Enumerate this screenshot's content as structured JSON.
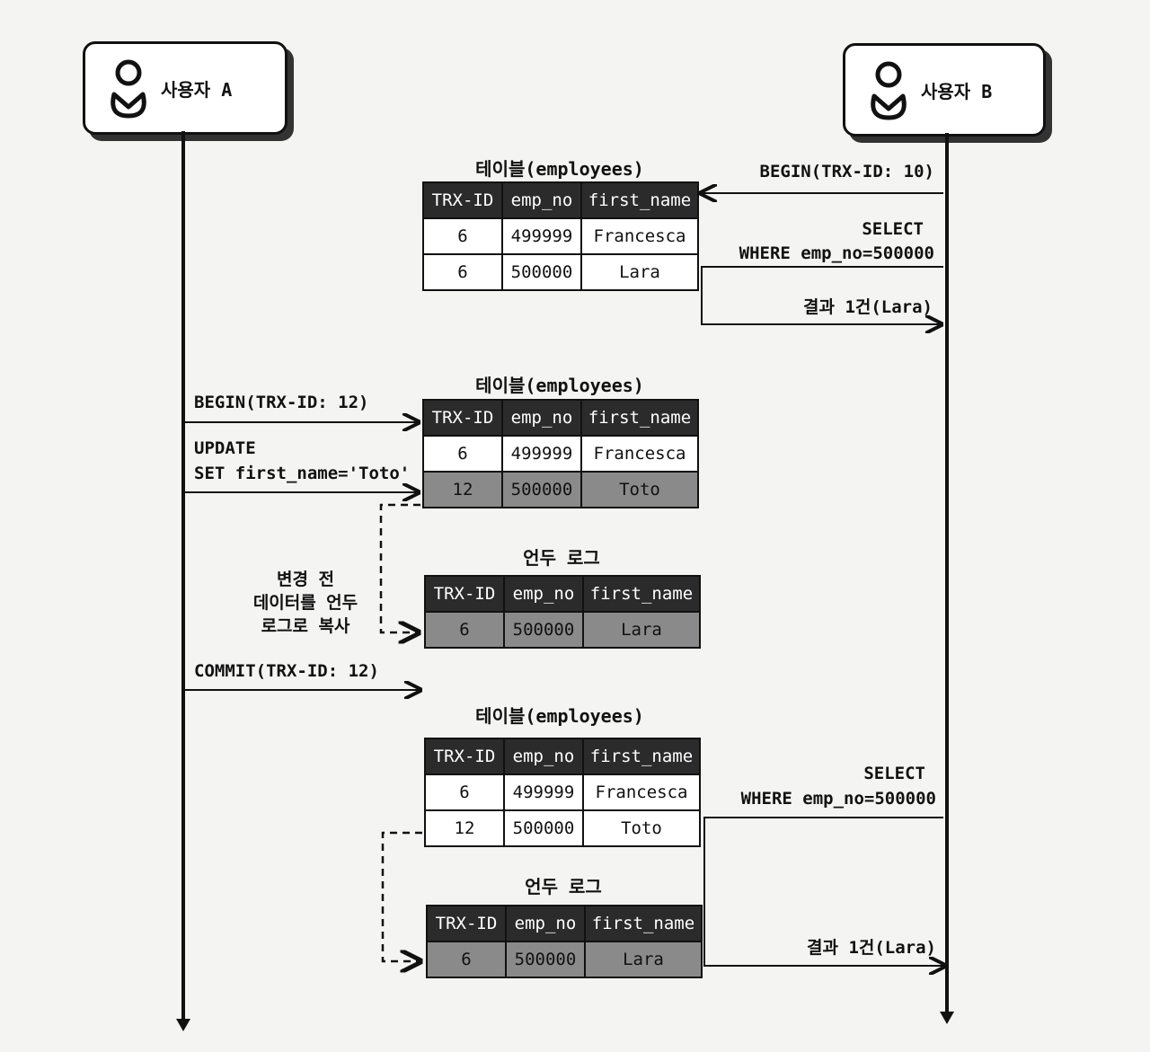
{
  "actors": {
    "a": {
      "name": "사용자 A"
    },
    "b": {
      "name": "사용자 B"
    }
  },
  "messages": {
    "b_begin": "BEGIN(TRX-ID: 10)",
    "b_select1_line1": "SELECT",
    "b_select1_line2": "WHERE emp_no=500000",
    "b_result1": "결과 1건(Lara)",
    "a_begin": "BEGIN(TRX-ID: 12)",
    "a_update_line1": "UPDATE",
    "a_update_line2": "SET first_name='Toto'",
    "a_copy_line1": "변경 전",
    "a_copy_line2": "데이터를 언두",
    "a_copy_line3": "로그로 복사",
    "a_commit": "COMMIT(TRX-ID: 12)",
    "b_select2_line1": "SELECT",
    "b_select2_line2": "WHERE emp_no=500000",
    "b_result2": "결과 1건(Lara)"
  },
  "columns": [
    "TRX-ID",
    "emp_no",
    "first_name"
  ],
  "tables": {
    "t1": {
      "title": "테이블(employees)",
      "rows": [
        [
          "6",
          "499999",
          "Francesca"
        ],
        [
          "6",
          "500000",
          "Lara"
        ]
      ]
    },
    "t2": {
      "title": "테이블(employees)",
      "rows": [
        [
          "6",
          "499999",
          "Francesca"
        ],
        [
          "12",
          "500000",
          "Toto"
        ]
      ]
    },
    "undo1": {
      "title": "언두 로그",
      "rows": [
        [
          "6",
          "500000",
          "Lara"
        ]
      ]
    },
    "t3": {
      "title": "테이블(employees)",
      "rows": [
        [
          "6",
          "499999",
          "Francesca"
        ],
        [
          "12",
          "500000",
          "Toto"
        ]
      ]
    },
    "undo2": {
      "title": "언두 로그",
      "rows": [
        [
          "6",
          "500000",
          "Lara"
        ]
      ]
    }
  }
}
